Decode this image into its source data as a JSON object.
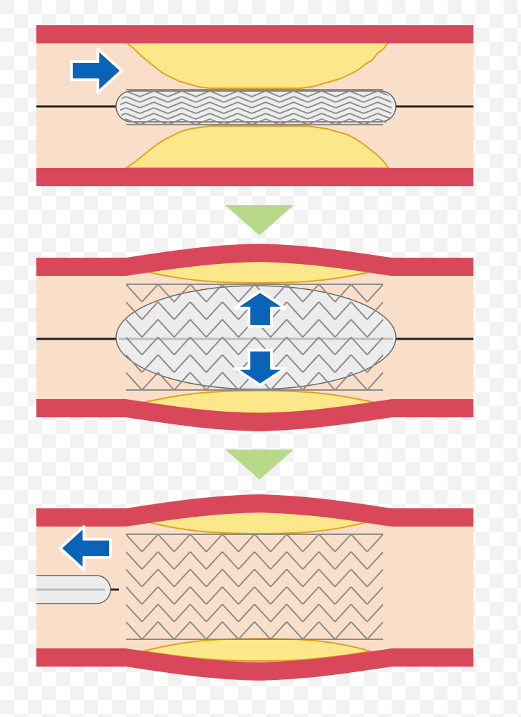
{
  "diagram": {
    "steps": [
      {
        "id": "step-1",
        "stage": "insertion",
        "arrow": "arrow-right-icon"
      },
      {
        "id": "step-2",
        "stage": "balloon-expansion",
        "arrow": "arrow-vertical-double-icon"
      },
      {
        "id": "step-3",
        "stage": "catheter-withdrawal",
        "arrow": "arrow-left-icon"
      }
    ],
    "connectors": [
      "chevron-down-icon",
      "chevron-down-icon"
    ]
  },
  "colors": {
    "vessel_wall": "#d9485a",
    "vessel_lumen": "#f9dfc9",
    "plaque_fill": "#fce88a",
    "plaque_edge": "#e0a21f",
    "stent_mesh": "#8a8a8a",
    "balloon": "#ececec",
    "guidewire": "#222222",
    "arrow_blue": "#0a63b6",
    "chevron_green": "#b8d98a",
    "checker_a": "#ffffff",
    "checker_b": "#f2f2f2"
  }
}
